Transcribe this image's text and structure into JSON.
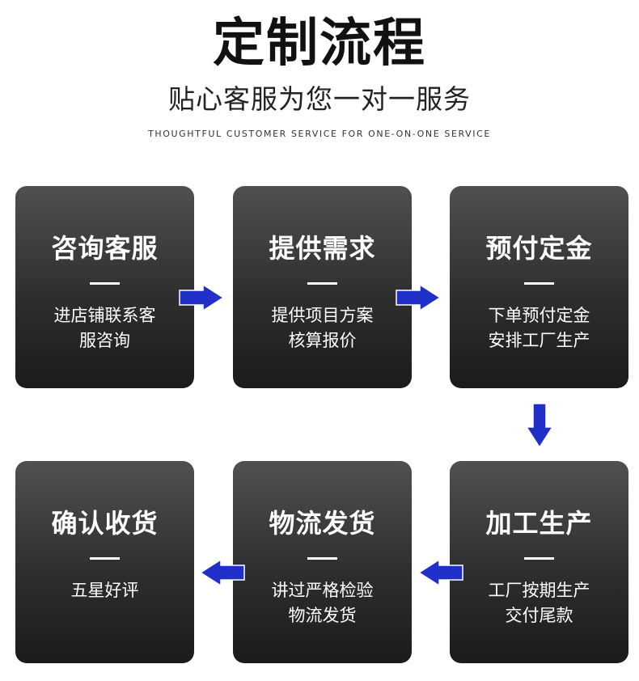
{
  "header": {
    "title": "定制流程",
    "subtitle": "贴心客服为您一对一服务",
    "tagline": "THOUGHTFUL CUSTOMER SERVICE FOR ONE-ON-ONE SERVICE"
  },
  "steps": [
    {
      "title": "咨询客服",
      "desc_line1": "进店铺联系客",
      "desc_line2": "服咨询"
    },
    {
      "title": "提供需求",
      "desc_line1": "提供项目方案",
      "desc_line2": "核算报价"
    },
    {
      "title": "预付定金",
      "desc_line1": "下单预付定金",
      "desc_line2": "安排工厂生产"
    },
    {
      "title": "加工生产",
      "desc_line1": "工厂按期生产",
      "desc_line2": "交付尾款"
    },
    {
      "title": "物流发货",
      "desc_line1": "讲过严格检验",
      "desc_line2": "物流发货"
    },
    {
      "title": "确认收货",
      "desc_line1": "五星好评",
      "desc_line2": ""
    }
  ],
  "colors": {
    "arrow": "#1f2fc8",
    "card_top": "#505050",
    "card_bottom": "#1b1b1b",
    "title": "#111111"
  }
}
